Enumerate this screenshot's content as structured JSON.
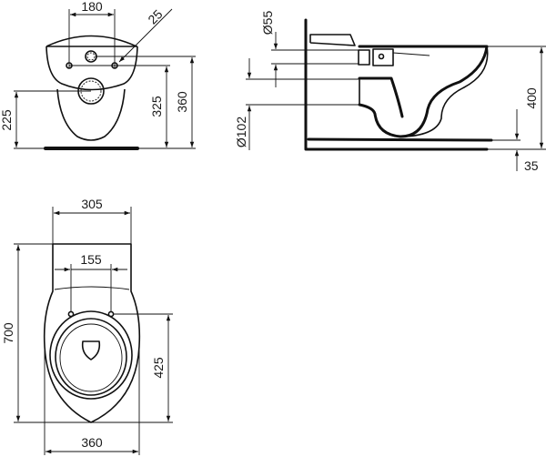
{
  "drawing": {
    "type": "technical-dimension-drawing",
    "subject": "wall-hung toilet",
    "units": "mm",
    "views": {
      "front_view": {
        "dimensions": {
          "bolt_spacing": "180",
          "angle_or_offset": "25",
          "outlet_height": "225",
          "bolt_height": "325",
          "inlet_height": "360"
        }
      },
      "side_view": {
        "dimensions": {
          "inlet_diameter": "Ø55",
          "outlet_diameter": "Ø102",
          "rim_height": "400",
          "floor_gap": "35"
        }
      },
      "top_view": {
        "dimensions": {
          "back_width": "305",
          "bolt_spacing": "155",
          "overall_length": "700",
          "bolt_to_front": "425",
          "bowl_width": "360"
        }
      }
    },
    "colors": {
      "line": "#111111",
      "background": "#ffffff"
    }
  }
}
